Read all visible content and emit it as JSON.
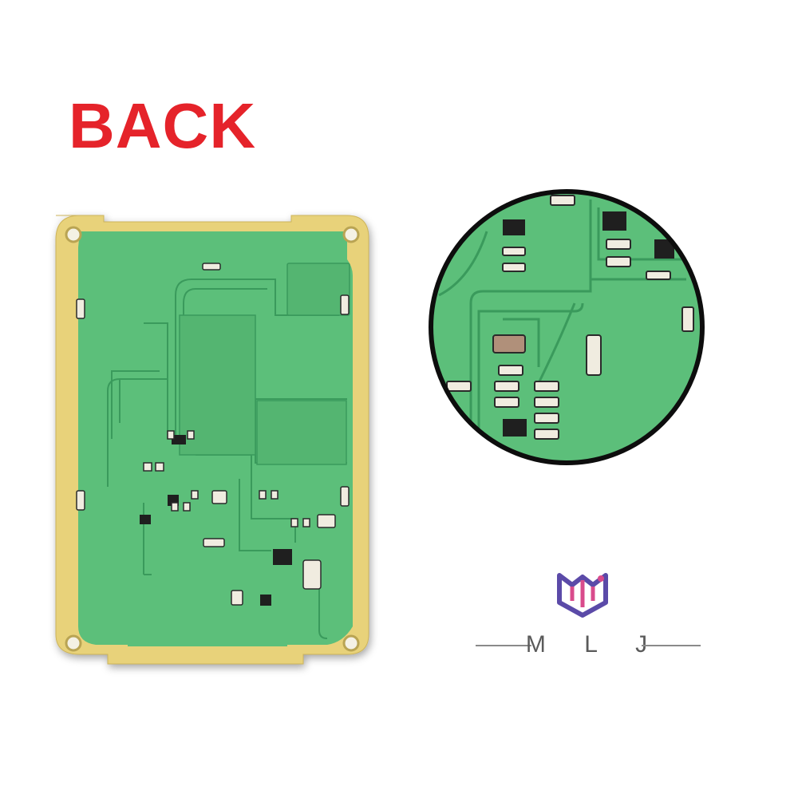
{
  "header": {
    "side_label": "BACK"
  },
  "brand": {
    "name": "M L J",
    "logo": "mlj-shield-logo"
  },
  "colors": {
    "label": "#e5232a",
    "board_green": "#5cbf7a",
    "board_edge": "#e8d27a",
    "trace": "#3a9a5c",
    "component": "#1f1f1f",
    "zoom_ring": "#0d0d0d",
    "brand_purple": "#5b4aa8",
    "brand_pink": "#d94b8c",
    "brand_text": "#5a5a5a"
  }
}
